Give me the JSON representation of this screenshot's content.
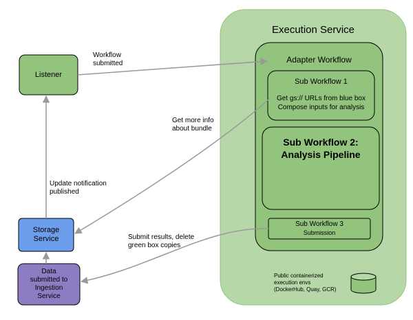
{
  "nodes": {
    "listener": {
      "label": "Listener"
    },
    "storage_service": {
      "label": "Storage\nService"
    },
    "ingestion": {
      "label": "Data\nsubmitted to\nIngestion\nService"
    },
    "execution_service": {
      "title": "Execution Service"
    },
    "adapter_workflow": {
      "title": "Adapter Workflow"
    },
    "sub_workflow_1": {
      "title": "Sub Workflow 1",
      "body": "Get gs:// URLs from blue box\nCompose inputs for analysis"
    },
    "sub_workflow_2": {
      "title": "Sub Workflow 2:\nAnalysis Pipeline"
    },
    "sub_workflow_3": {
      "title": "Sub Workflow 3",
      "body": "Submission"
    },
    "public_envs": {
      "label": "Public containerized\nexecution envs\n(DockerHub, Quay, GCR)"
    }
  },
  "edges": {
    "workflow_submitted": "Workflow\nsubmitted",
    "get_more_info": "Get more info\nabout bundle",
    "update_notification": "Update notification\npublished",
    "submit_results": "Submit results, delete\ngreen box copies"
  },
  "colors": {
    "green_box": "#93c47d",
    "green_light": "#b6d7a8",
    "blue_box": "#6d9eeb",
    "purple_box": "#8e7cc3",
    "arrow": "#999999",
    "border": "#000000"
  }
}
